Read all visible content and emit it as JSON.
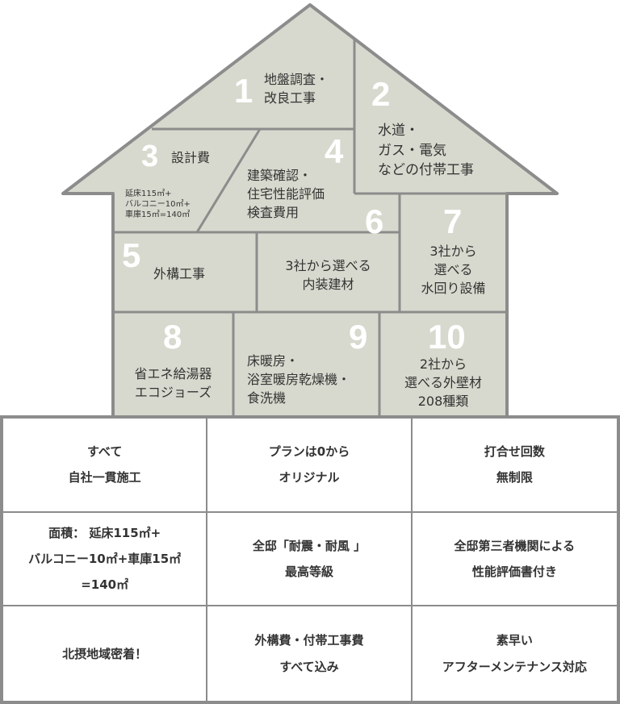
{
  "colors": {
    "fill": "#d8d9ce",
    "stroke": "#8c8c8c",
    "number": "#ffffff"
  },
  "house": {
    "cells": [
      {
        "num": "1",
        "lines": [
          "地盤調査・",
          "改良工事"
        ]
      },
      {
        "num": "2",
        "lines": [
          "水道・",
          "ガス・電気",
          "などの付帯工事"
        ]
      },
      {
        "num": "3",
        "title": "設計費",
        "note": [
          "延床115㎡+",
          "バルコニー10㎡+",
          "車庫15㎡=140㎡"
        ]
      },
      {
        "num": "4",
        "lines": [
          "建築確認・",
          "住宅性能評価",
          "検査費用"
        ]
      },
      {
        "num": "5",
        "lines": [
          "外構工事"
        ]
      },
      {
        "num": "6",
        "lines": [
          "3社から選べる",
          "内装建材"
        ]
      },
      {
        "num": "7",
        "lines": [
          "3社から",
          "選べる",
          "水回り設備"
        ]
      },
      {
        "num": "8",
        "lines": [
          "省エネ給湯器",
          "エコジョーズ"
        ]
      },
      {
        "num": "9",
        "lines": [
          "床暖房・",
          "浴室暖房乾燥機・",
          "食洗機"
        ]
      },
      {
        "num": "10",
        "lines": [
          "2社から",
          "選べる外壁材",
          "208種類"
        ]
      }
    ]
  },
  "features": [
    [
      "すべて",
      "自社一貫施工"
    ],
    [
      "プランは0から",
      "オリジナル"
    ],
    [
      "打合せ回数",
      "無制限"
    ],
    [
      "面積：  延床115㎡+",
      "バルコニー10㎡+車庫15㎡",
      "=140㎡"
    ],
    [
      "全邸「耐震・耐風 」",
      "最高等級"
    ],
    [
      "全邸第三者機関による",
      "性能評価書付き"
    ],
    [
      "北摂地域密着！"
    ],
    [
      "外構費・付帯工事費",
      "すべて込み"
    ],
    [
      "素早い",
      "アフターメンテナンス対応"
    ]
  ]
}
